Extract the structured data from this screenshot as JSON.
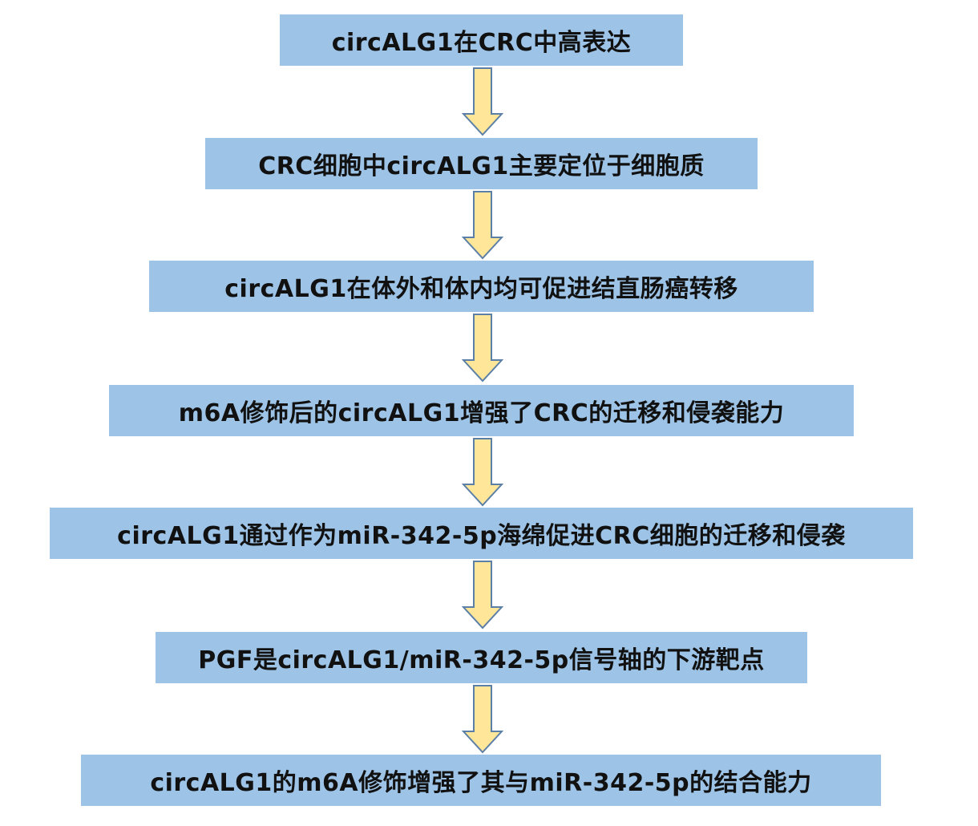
{
  "colors": {
    "box_fill": "#9dc3e6",
    "arrow_fill": "#ffe699",
    "arrow_stroke": "#5b7fa6",
    "text": "#111111"
  },
  "steps": [
    {
      "label": "circALG1在CRC中高表达"
    },
    {
      "label": "CRC细胞中circALG1主要定位于细胞质"
    },
    {
      "label": "circALG1在体外和体内均可促进结直肠癌转移"
    },
    {
      "label": "m6A修饰后的circALG1增强了CRC的迁移和侵袭能力"
    },
    {
      "label": "circALG1通过作为miR-342-5p海绵促进CRC细胞的迁移和侵袭"
    },
    {
      "label": "PGF是circALG1/miR-342-5p信号轴的下游靶点"
    },
    {
      "label": "circALG1的m6A修饰增强了其与miR-342-5p的结合能力"
    }
  ],
  "arrow_icon": "down-arrow-icon"
}
